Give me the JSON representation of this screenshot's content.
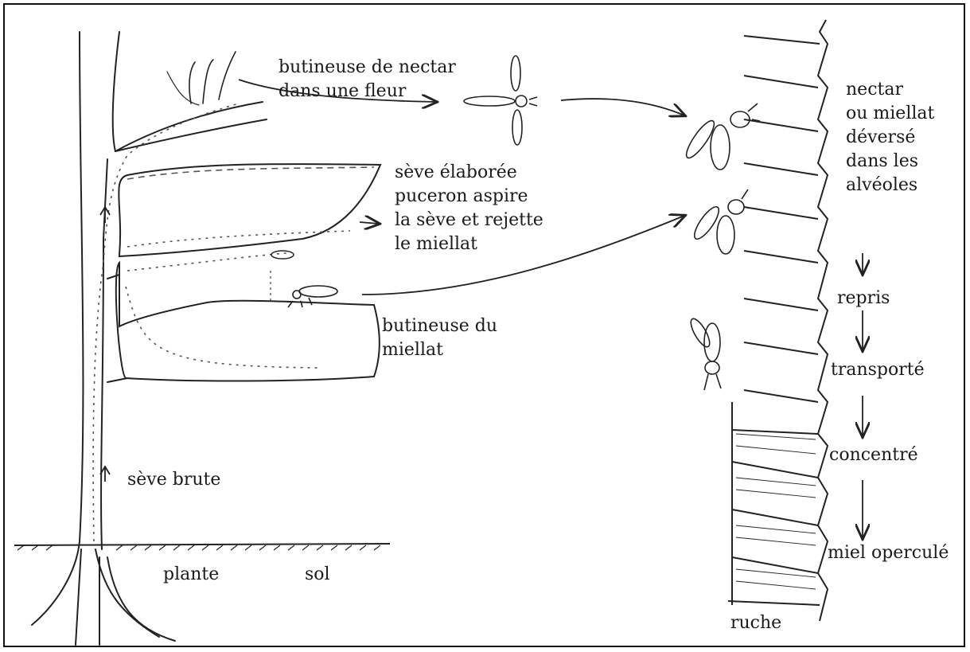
{
  "labels": {
    "nectar_forager": [
      "butineuse de nectar",
      "dans une fleur"
    ],
    "aphid": [
      "sève élaborée",
      "puceron aspire",
      "la sève et rejette",
      "le miellat"
    ],
    "honeydew_forager": [
      "butineuse du",
      "miellat"
    ],
    "raw_sap": "sève brute",
    "plant": "plante",
    "soil": "sol",
    "deposit": [
      "nectar",
      "ou miellat",
      "déversé",
      "dans les",
      "alvéoles"
    ],
    "step_taken_back": "repris",
    "step_transported": "transporté",
    "step_concentrated": "concentré",
    "step_capped_honey": "miel operculé",
    "hive": "ruche"
  }
}
